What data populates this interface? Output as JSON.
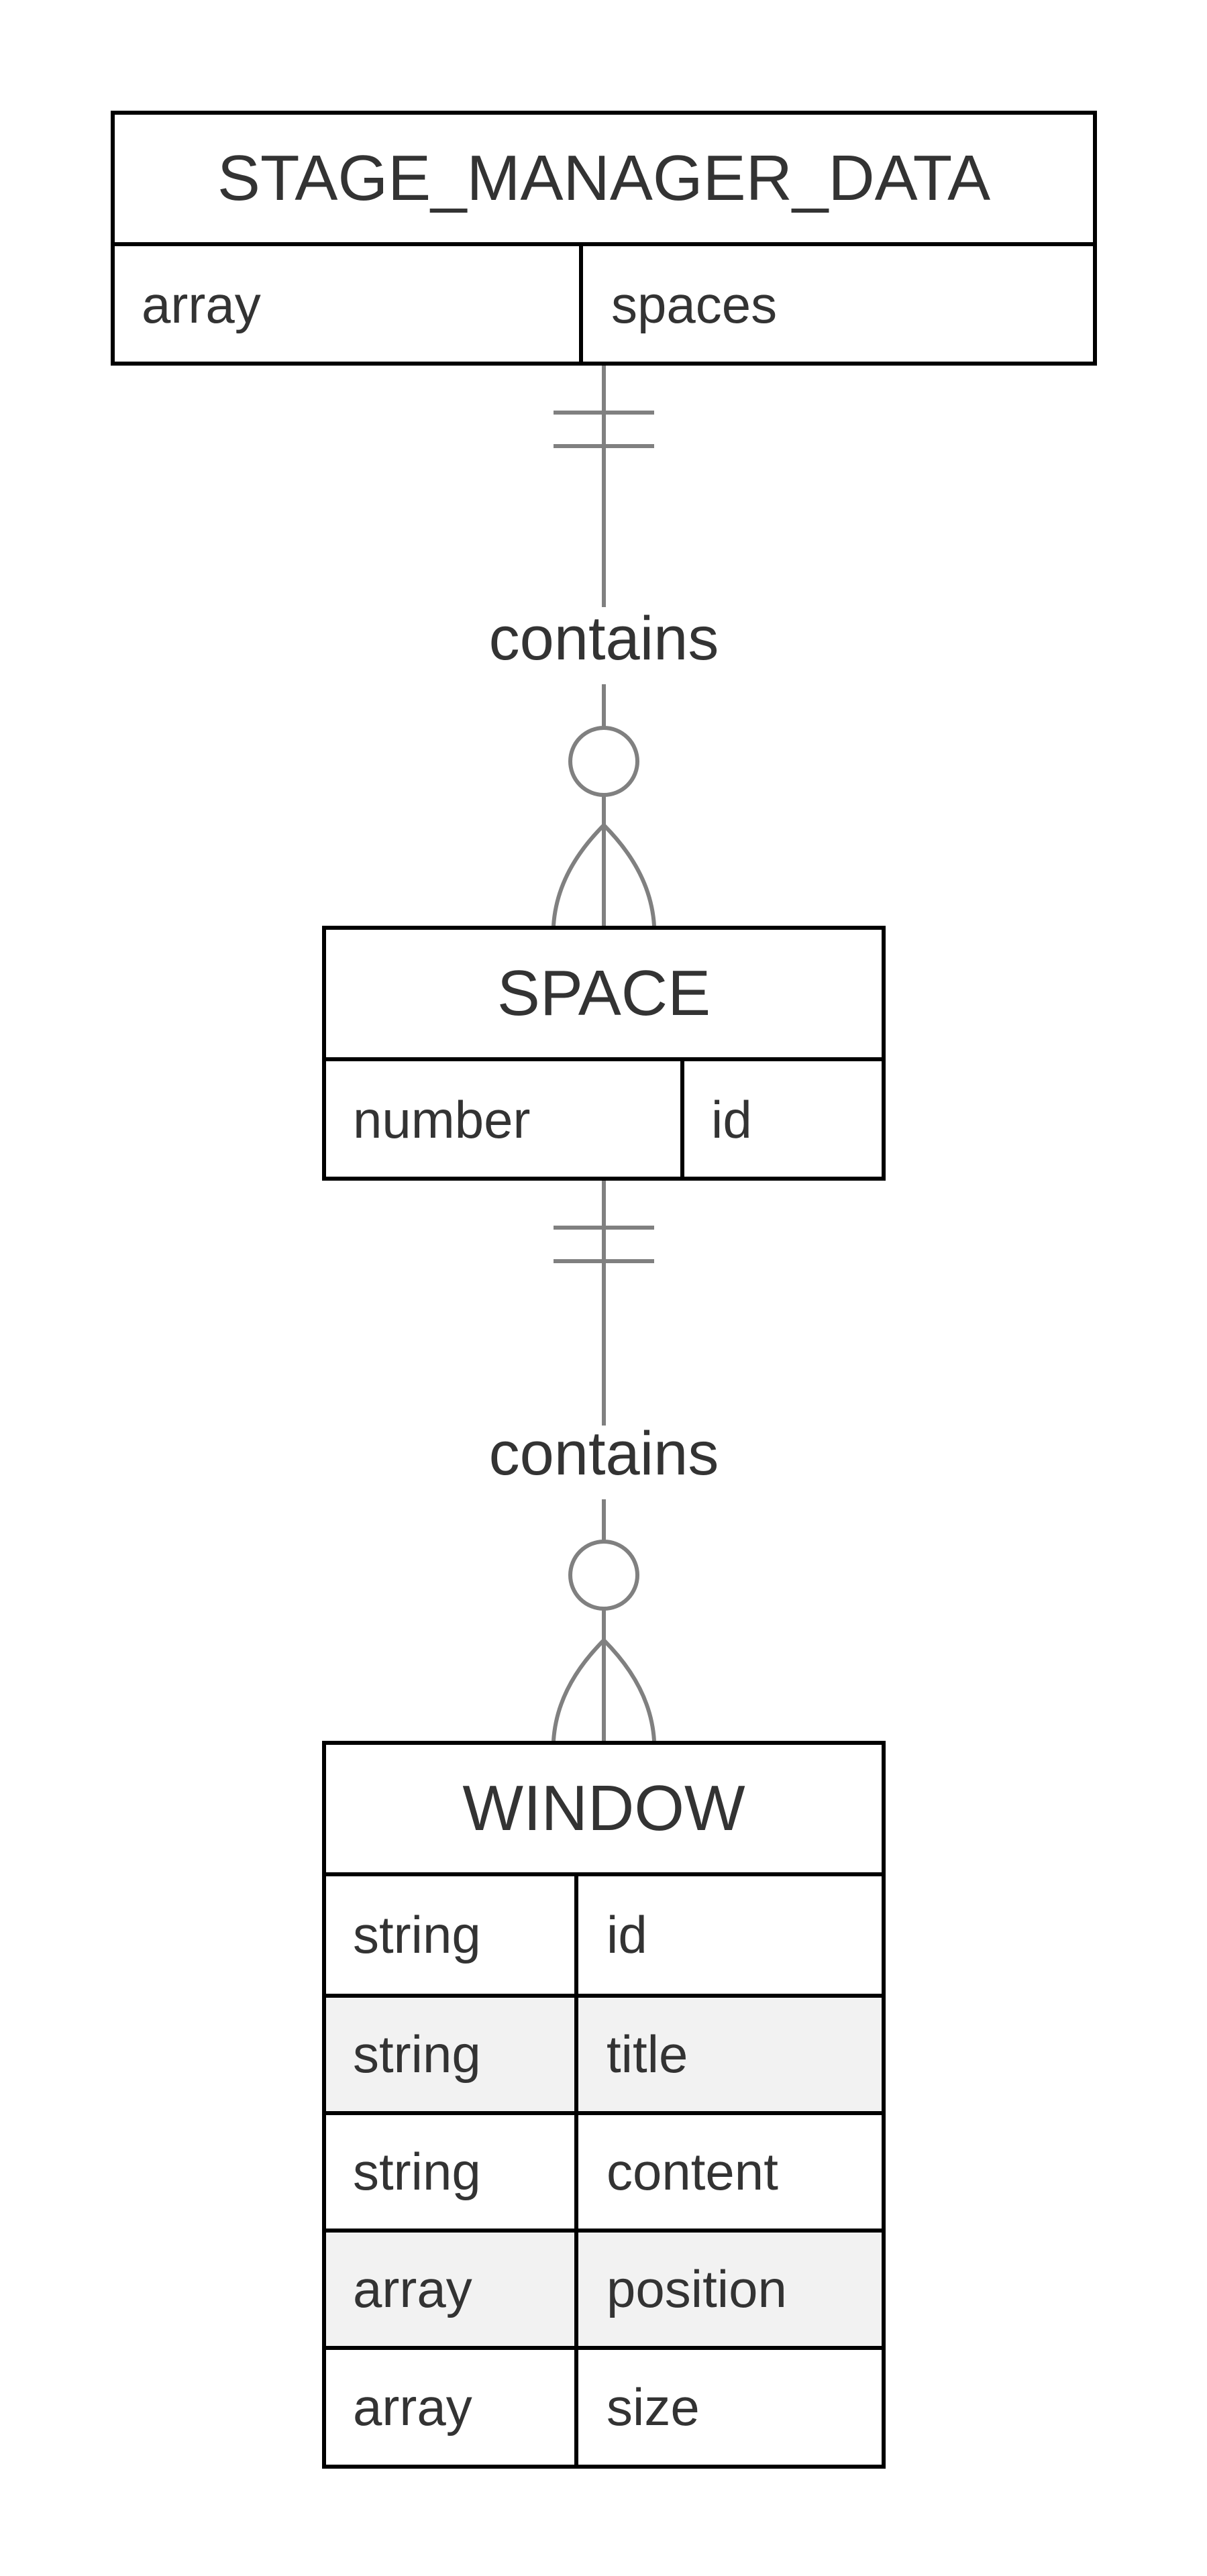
{
  "colors": {
    "border": "#000000",
    "connector": "#808080",
    "text": "#333333",
    "row_shade": "#f2f2f2",
    "background": "#ffffff"
  },
  "entities": {
    "stage_manager_data": {
      "name": "STAGE_MANAGER_DATA",
      "attributes": [
        {
          "type": "array",
          "name": "spaces"
        }
      ]
    },
    "space": {
      "name": "SPACE",
      "attributes": [
        {
          "type": "number",
          "name": "id"
        }
      ]
    },
    "window": {
      "name": "WINDOW",
      "attributes": [
        {
          "type": "string",
          "name": "id"
        },
        {
          "type": "string",
          "name": "title"
        },
        {
          "type": "string",
          "name": "content"
        },
        {
          "type": "array",
          "name": "position"
        },
        {
          "type": "array",
          "name": "size"
        }
      ]
    }
  },
  "relationships": [
    {
      "from": "STAGE_MANAGER_DATA",
      "to": "SPACE",
      "label": "contains",
      "from_cardinality": "exactly-one",
      "to_cardinality": "zero-or-many"
    },
    {
      "from": "SPACE",
      "to": "WINDOW",
      "label": "contains",
      "from_cardinality": "exactly-one",
      "to_cardinality": "zero-or-many"
    }
  ]
}
